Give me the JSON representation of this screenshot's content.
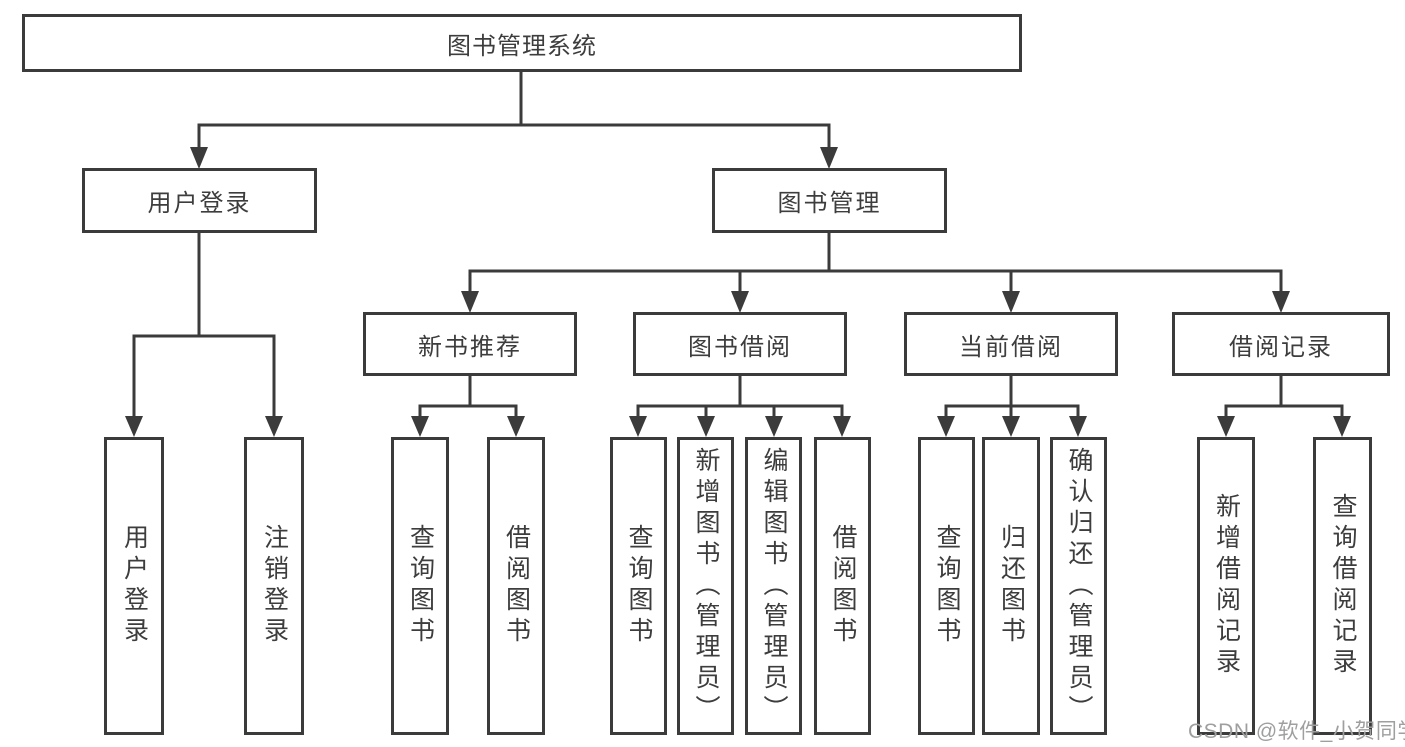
{
  "diagram_title": "图书管理系统",
  "nodes": {
    "root": "图书管理系统",
    "user_login": "用户登录",
    "book_mgmt": "图书管理",
    "new_books": "新书推荐",
    "book_borrow": "图书借阅",
    "current_borrow": "当前借阅",
    "borrow_records": "借阅记录",
    "leaves": {
      "user_login": [
        "用户登录",
        "注销登录"
      ],
      "new_books": [
        "查询图书",
        "借阅图书"
      ],
      "book_borrow": [
        "查询图书",
        "新增图书（管理员）",
        "编辑图书（管理员）",
        "借阅图书"
      ],
      "current_borrow": [
        "查询图书",
        "归还图书",
        "确认归还（管理员）"
      ],
      "borrow_records": [
        "新增借阅记录",
        "查询借阅记录"
      ]
    }
  },
  "watermark": "CSDN @软件_小贺同学",
  "colors": {
    "line": "#3b3b3b",
    "text": "#3d3d3d",
    "watermark": "#9f9f9f",
    "background": "#ffffff"
  }
}
